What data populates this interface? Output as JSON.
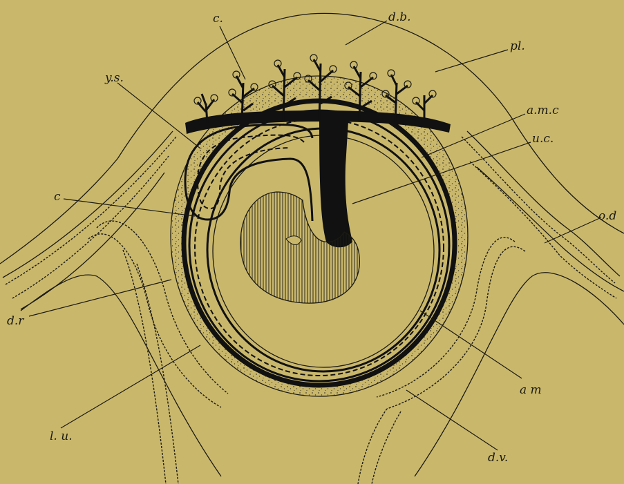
{
  "labels": {
    "db": "d.b.",
    "c_top": "c.",
    "pl": "pl.",
    "ys": "y.s.",
    "amc": "a.m.c",
    "uc": "u.c.",
    "c_left": "c",
    "od": "o.d",
    "dr": "d.r",
    "am": "a m",
    "lu": "l. u.",
    "dv": "d.v."
  },
  "colors": {
    "background": "#c9b76c",
    "ink": "#1b1a12"
  }
}
